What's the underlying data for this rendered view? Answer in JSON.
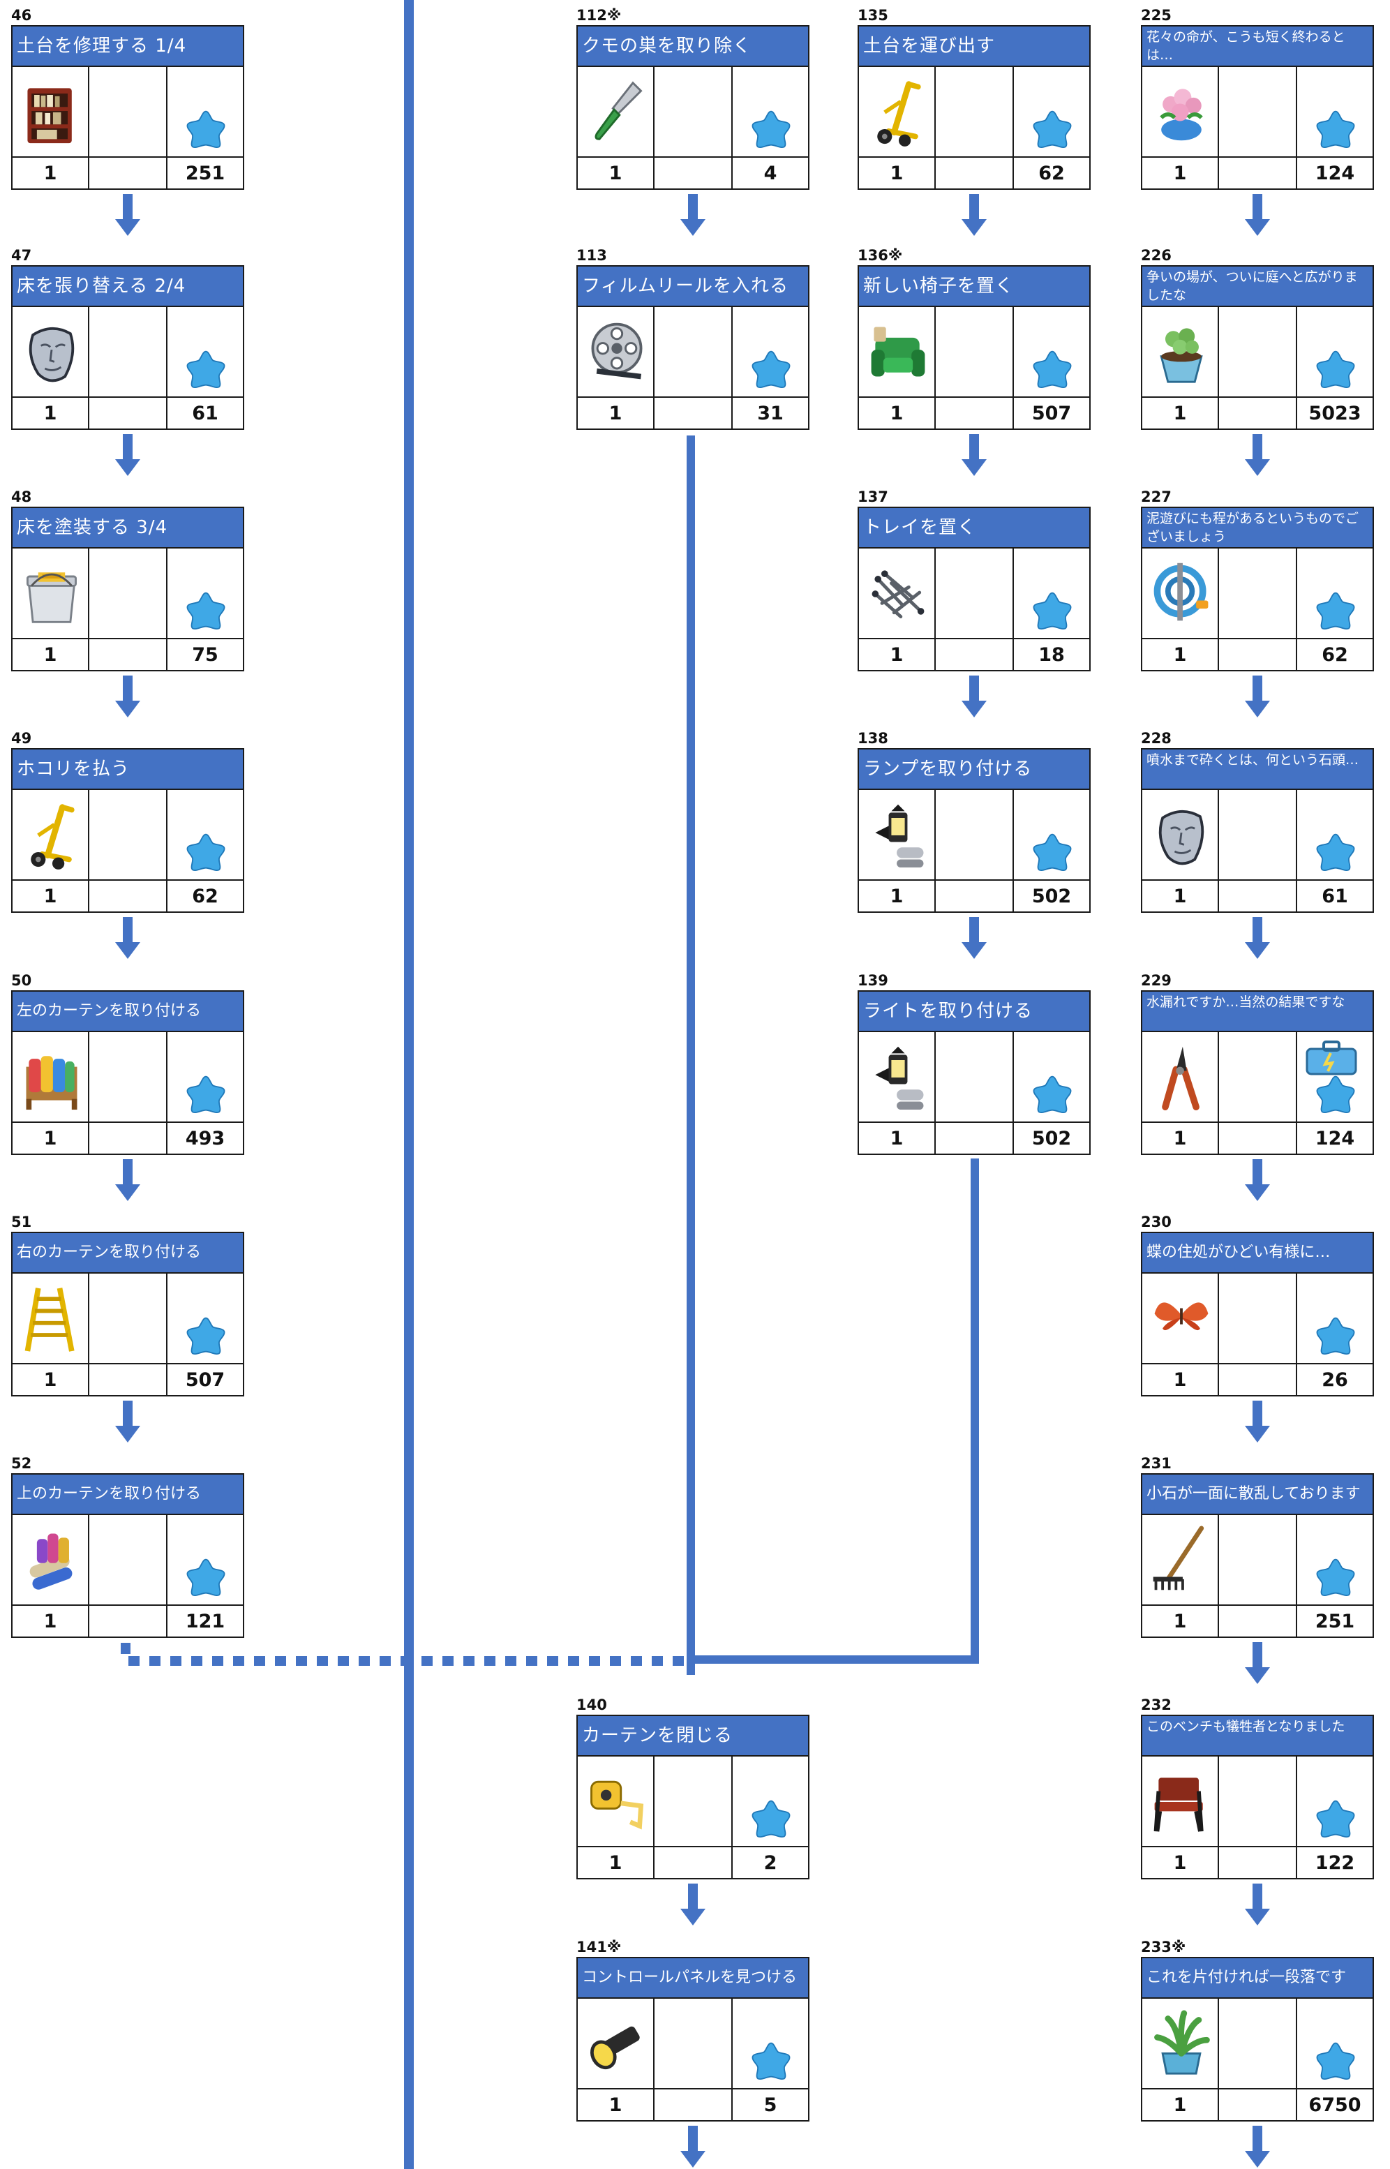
{
  "colors": {
    "header_blue": "#4472c4",
    "line_blue": "#4472c4",
    "star_blue": "#3fa8e6",
    "border": "#1a1a1a"
  },
  "cards": [
    {
      "num": "46",
      "title": "土台を修理する 1/4",
      "qty": "1",
      "extra": "",
      "value": "251",
      "icon": "bookshelf-icon"
    },
    {
      "num": "47",
      "title": "床を張り替える 2/4",
      "qty": "1",
      "extra": "",
      "value": "61",
      "icon": "stone-face-icon"
    },
    {
      "num": "48",
      "title": "床を塗装する 3/4",
      "qty": "1",
      "extra": "",
      "value": "75",
      "icon": "paint-bucket-icon"
    },
    {
      "num": "49",
      "title": "ホコリを払う",
      "qty": "1",
      "extra": "",
      "value": "62",
      "icon": "hand-truck-icon"
    },
    {
      "num": "50",
      "title": "左のカーテンを取り付ける",
      "qty": "1",
      "extra": "",
      "value": "493",
      "icon": "fabric-rack-icon"
    },
    {
      "num": "51",
      "title": "右のカーテンを取り付ける",
      "qty": "1",
      "extra": "",
      "value": "507",
      "icon": "ladder-icon"
    },
    {
      "num": "52",
      "title": "上のカーテンを取り付ける",
      "qty": "1",
      "extra": "",
      "value": "121",
      "icon": "fabric-rolls-icon"
    },
    {
      "num": "112※",
      "title": "クモの巣を取り除く",
      "qty": "1",
      "extra": "",
      "value": "4",
      "icon": "knife-icon"
    },
    {
      "num": "113",
      "title": "フィルムリールを入れる",
      "qty": "1",
      "extra": "",
      "value": "31",
      "icon": "film-reel-icon"
    },
    {
      "num": "140",
      "title": "カーテンを閉じる",
      "qty": "1",
      "extra": "",
      "value": "2",
      "icon": "tape-measure-icon"
    },
    {
      "num": "141※",
      "title": "コントロールパネルを見つける",
      "qty": "1",
      "extra": "",
      "value": "5",
      "icon": "flashlight-icon"
    },
    {
      "num": "135",
      "title": "土台を運び出す",
      "qty": "1",
      "extra": "",
      "value": "62",
      "icon": "hand-truck-icon"
    },
    {
      "num": "136※",
      "title": "新しい椅子を置く",
      "qty": "1",
      "extra": "",
      "value": "507",
      "icon": "armchair-icon"
    },
    {
      "num": "137",
      "title": "トレイを置く",
      "qty": "1",
      "extra": "",
      "value": "18",
      "icon": "nails-icon"
    },
    {
      "num": "138",
      "title": "ランプを取り付ける",
      "qty": "1",
      "extra": "",
      "value": "502",
      "icon": "lamp-icon"
    },
    {
      "num": "139",
      "title": "ライトを取り付ける",
      "qty": "1",
      "extra": "",
      "value": "502",
      "icon": "lamp-icon"
    },
    {
      "num": "225",
      "title": "花々の命が、こうも短く終わるとは…",
      "qty": "1",
      "extra": "",
      "value": "124",
      "icon": "flower-pot-icon"
    },
    {
      "num": "226",
      "title": "争いの場が、ついに庭へと広がりましたな",
      "qty": "1",
      "extra": "",
      "value": "5023",
      "icon": "sprout-pot-icon"
    },
    {
      "num": "227",
      "title": "泥遊びにも程があるというものでございましょう",
      "qty": "1",
      "extra": "",
      "value": "62",
      "icon": "hose-reel-icon"
    },
    {
      "num": "228",
      "title": "噴水まで砕くとは、何という石頭…",
      "qty": "1",
      "extra": "",
      "value": "61",
      "icon": "stone-face-icon"
    },
    {
      "num": "229",
      "title": "水漏れですか…当然の結果ですな",
      "qty": "1",
      "extra": "",
      "value": "124",
      "icon": "pruning-shears-icon",
      "extra_icon": "toolbox-icon"
    },
    {
      "num": "230",
      "title": "蝶の住処がひどい有様に…",
      "qty": "1",
      "extra": "",
      "value": "26",
      "icon": "butterfly-icon"
    },
    {
      "num": "231",
      "title": "小石が一面に散乱しております",
      "qty": "1",
      "extra": "",
      "value": "251",
      "icon": "rake-icon"
    },
    {
      "num": "232",
      "title": "このベンチも犠牲者となりました",
      "qty": "1",
      "extra": "",
      "value": "122",
      "icon": "bench-icon"
    },
    {
      "num": "233※",
      "title": "これを片付ければ一段落です",
      "qty": "1",
      "extra": "",
      "value": "6750",
      "icon": "grass-pot-icon"
    }
  ]
}
